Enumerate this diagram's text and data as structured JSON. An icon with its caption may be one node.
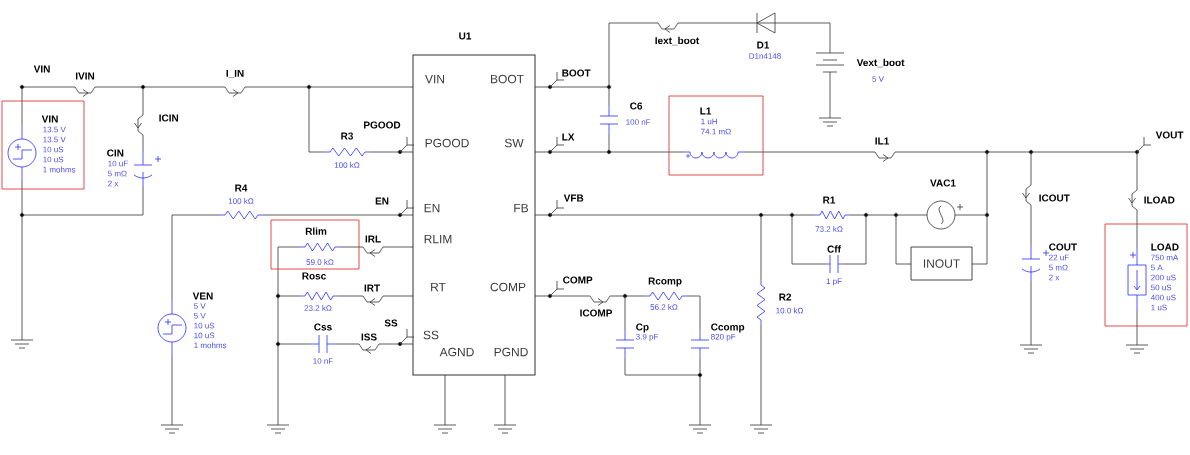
{
  "diagram": {
    "nodes": [
      {
        "text": [
          "VIN",
          "13.5 V",
          "13.5 V",
          "10 uS",
          "10 uS",
          "1 mohms"
        ]
      },
      {
        "text": [
          "U1",
          "VIN",
          "BOOT",
          "PGOOD",
          "SW",
          "EN",
          "FB",
          "RLIM",
          "RT",
          "COMP",
          "SS",
          "AGND",
          "PGND"
        ]
      },
      {
        "text": [
          "L1",
          "1 uH",
          "74.1 mΩ"
        ]
      },
      {
        "text": [
          "Rlim",
          "59.0 kΩ"
        ]
      },
      {
        "text": [
          "INOUT"
        ]
      },
      {
        "text": [
          "LOAD",
          "750 mA",
          "5 A",
          "200 uS",
          "50 uS",
          "400 uS",
          "1 uS"
        ]
      }
    ],
    "labels": [
      "VIN",
      "IVIN",
      "I_IN",
      "ICIN",
      "CIN",
      "10 uF",
      "5 mΩ",
      "2 x",
      "R3",
      "100 kΩ",
      "PGOOD",
      "R4",
      "100 kΩ",
      "EN",
      "BOOT",
      "C6",
      "100 nF",
      "Iext_boot",
      "D1",
      "D1n4148",
      "Vext_boot",
      "5 V",
      "LX",
      "VFB",
      "IL1",
      "VOUT",
      "VAC1",
      "R1",
      "73.2 kΩ",
      "Cff",
      "1 pF",
      "ICOUT",
      "COUT",
      "22 uF",
      "5 mΩ",
      "2 x",
      "ILOAD",
      "R2",
      "10.0 kΩ",
      "IRL",
      "Rosc",
      "23.2 kΩ",
      "IRT",
      "Css",
      "10 nF",
      "ISS",
      "SS",
      "VEN",
      "5 V",
      "5 V",
      "10 uS",
      "10 uS",
      "1 mohms",
      "COMP",
      "ICOMP",
      "Rcomp",
      "56.2 kΩ",
      "Cp",
      "3.9 pF",
      "Ccomp",
      "820 pF"
    ]
  }
}
